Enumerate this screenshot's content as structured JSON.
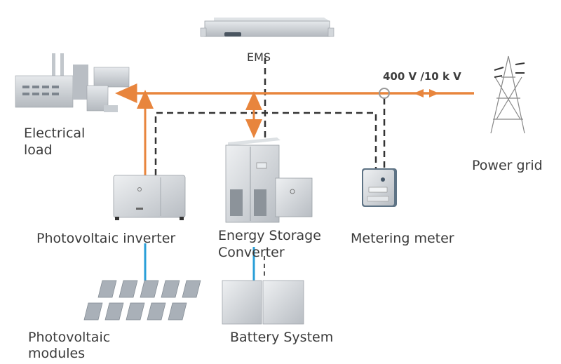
{
  "diagram": {
    "title": "Energy storage system topology",
    "colors": {
      "ac_line": "#E8853D",
      "dc_line": "#2A9FD8",
      "comm_line": "#333333",
      "device": "#C9CDD2",
      "text": "#3A3A3A"
    },
    "nodes": [
      {
        "id": "ems",
        "label": "EMS",
        "icon": "rack-server-icon"
      },
      {
        "id": "load",
        "label_line1": "Electrical",
        "label_line2": "load",
        "icon": "factory-icon"
      },
      {
        "id": "grid",
        "label": "Power grid",
        "icon": "transmission-tower-icon"
      },
      {
        "id": "pv_inverter",
        "label": "Photovoltaic inverter",
        "icon": "inverter-icon"
      },
      {
        "id": "pcs",
        "label_line1": "Energy Storage",
        "label_line2": "Converter",
        "icon": "converter-cabinet-icon"
      },
      {
        "id": "meter",
        "label": "Metering meter",
        "icon": "electric-meter-icon"
      },
      {
        "id": "pv_modules",
        "label_line1": "Photovoltaic",
        "label_line2": "modules",
        "icon": "solar-panel-icon"
      },
      {
        "id": "battery",
        "label": "Battery System",
        "icon": "battery-icon"
      }
    ],
    "bus_voltage_label": "400 V /10 k V",
    "edges": [
      {
        "from": "grid",
        "to": "load",
        "type": "ac",
        "direction": "bidirectional"
      },
      {
        "from": "pv_inverter",
        "to": "load",
        "type": "ac",
        "direction": "to-bus"
      },
      {
        "from": "pcs",
        "to": "bus",
        "type": "ac",
        "direction": "bidirectional"
      },
      {
        "from": "pv_modules",
        "to": "pv_inverter",
        "type": "dc"
      },
      {
        "from": "battery",
        "to": "pcs",
        "type": "dc"
      },
      {
        "from": "ems",
        "to": "pcs",
        "type": "communication"
      },
      {
        "from": "ems",
        "to": "pv_inverter",
        "type": "communication"
      },
      {
        "from": "ems",
        "to": "meter",
        "type": "communication"
      },
      {
        "from": "meter",
        "to": "bus",
        "type": "measurement"
      }
    ]
  }
}
